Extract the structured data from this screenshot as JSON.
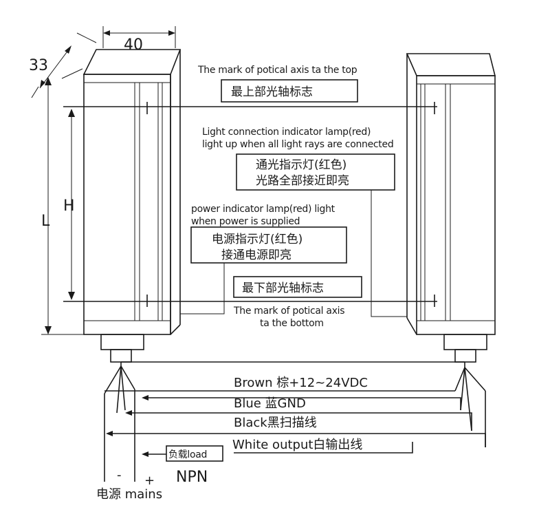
{
  "dimensions": {
    "width": "40",
    "depth": "33",
    "length": "L",
    "height": "H"
  },
  "labels": {
    "top_axis_en": "The mark of potical axis ta the top",
    "top_axis_cn": "最上部光轴标志",
    "light_conn_en_1": "Light connection indicator lamp(red)",
    "light_conn_en_2": "light up when all light rays are connected",
    "light_conn_cn_1": "通光指示灯(红色)",
    "light_conn_cn_2": "光路全部接近即亮",
    "power_en_1": "power indicator lamp(red) light",
    "power_en_2": "when power is supplied",
    "power_cn_1": "电源指示灯(红色)",
    "power_cn_2": "接通电源即亮",
    "bottom_axis_cn": "最下部光轴标志",
    "bottom_axis_en_1": "The mark of potical axis",
    "bottom_axis_en_2": "ta the bottom"
  },
  "wires": [
    {
      "label": "Brown 棕+12~24VDC"
    },
    {
      "label": "Blue 蓝GND"
    },
    {
      "label": "Black黑扫描线"
    },
    {
      "label": "White output白输出线"
    }
  ],
  "load_label": "负载load",
  "terminals": {
    "minus": "-",
    "plus": "+",
    "type": "NPN",
    "mains": "电源 mains"
  }
}
